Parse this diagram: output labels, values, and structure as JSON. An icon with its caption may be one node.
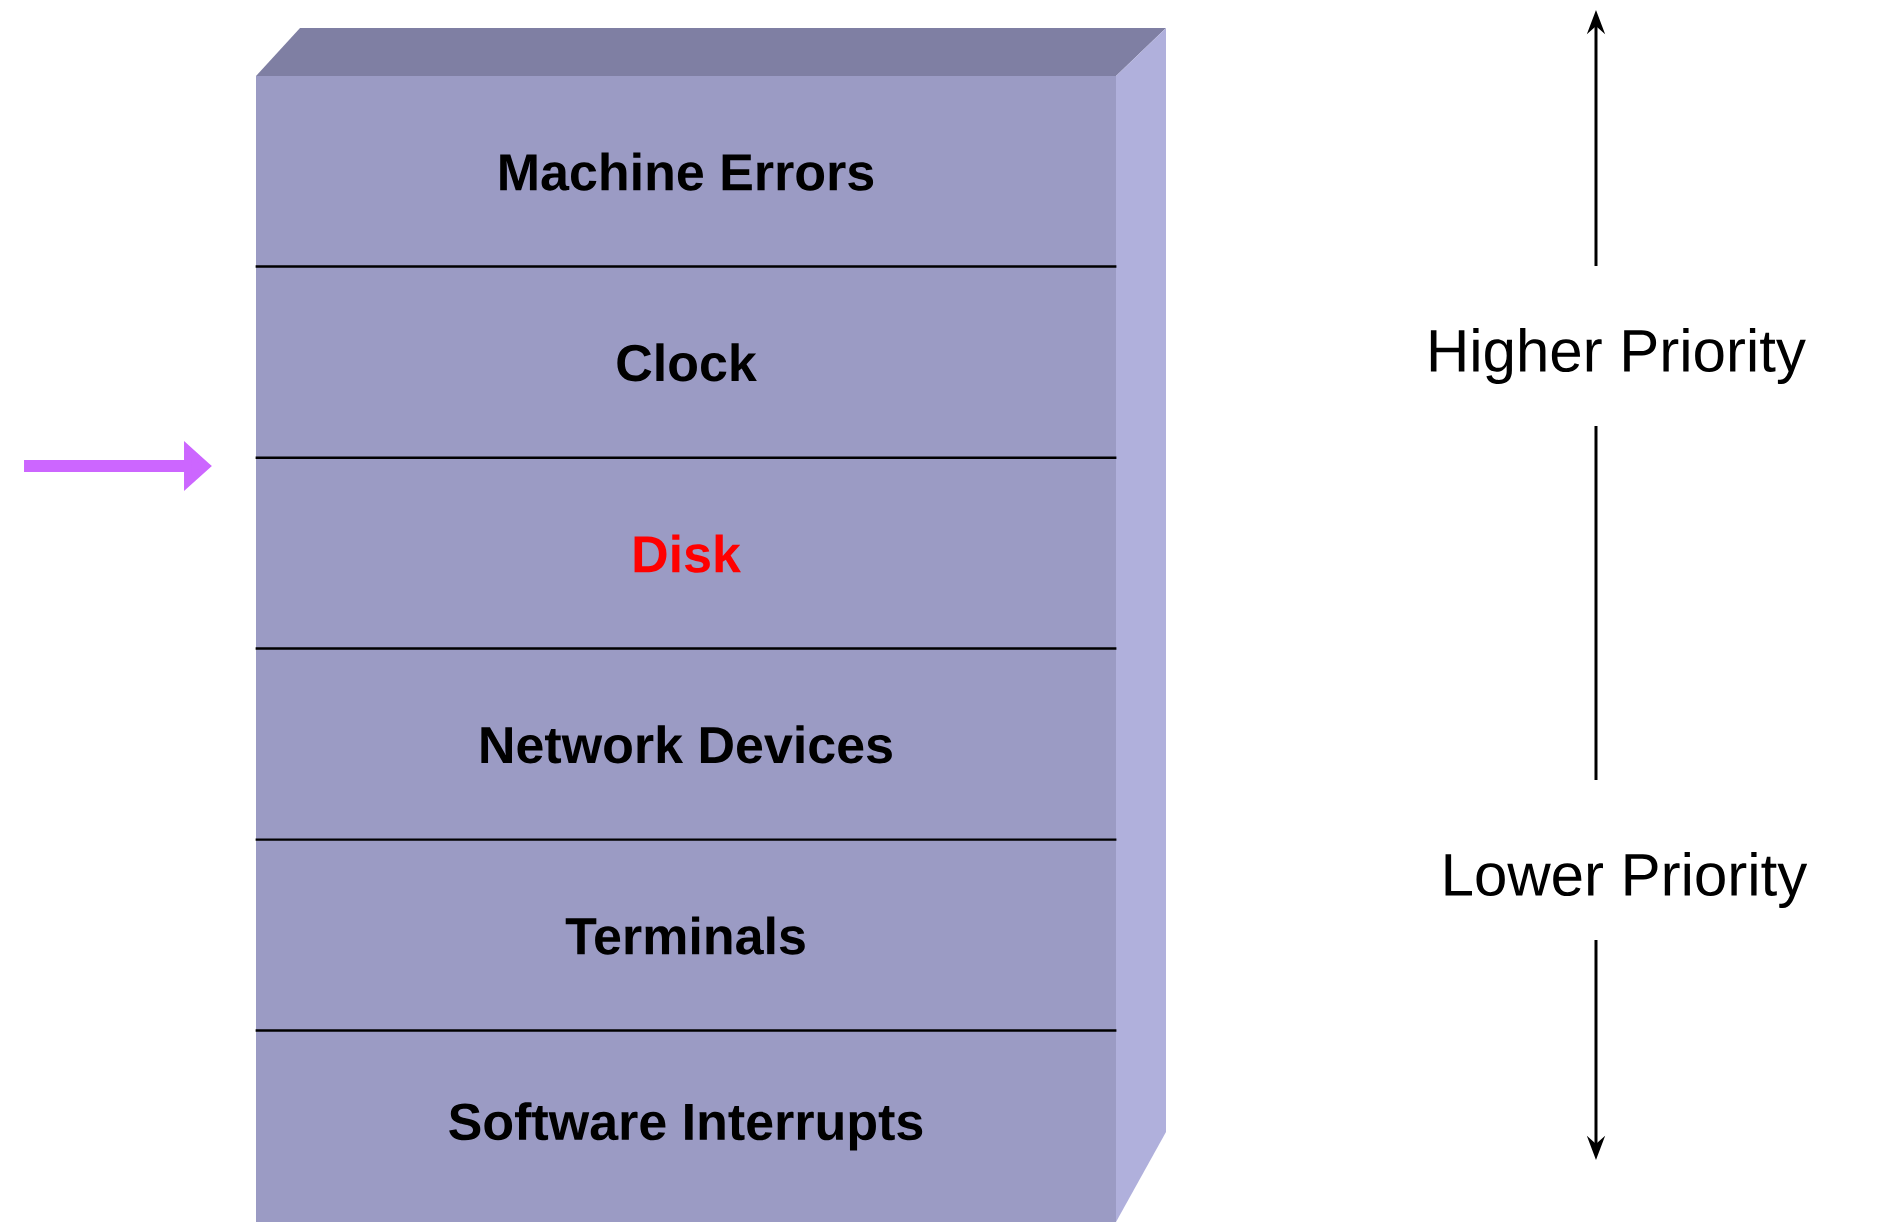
{
  "diagram": {
    "nodes": [
      {
        "text": [],
        "shape": "box"
      },
      {
        "text": [
          "Machine Errors"
        ],
        "in": 0
      },
      {
        "text": [
          "Clock"
        ],
        "in": 0
      },
      {
        "text": [
          "Disk"
        ],
        "in": 0
      },
      {
        "text": [
          "Network Devices"
        ],
        "in": 0
      },
      {
        "text": [
          "Terminals"
        ],
        "in": 0
      },
      {
        "text": [
          "Software Interrupts"
        ],
        "in": 0
      }
    ],
    "labels": [
      "Higher Priority",
      "Lower Priority"
    ]
  }
}
